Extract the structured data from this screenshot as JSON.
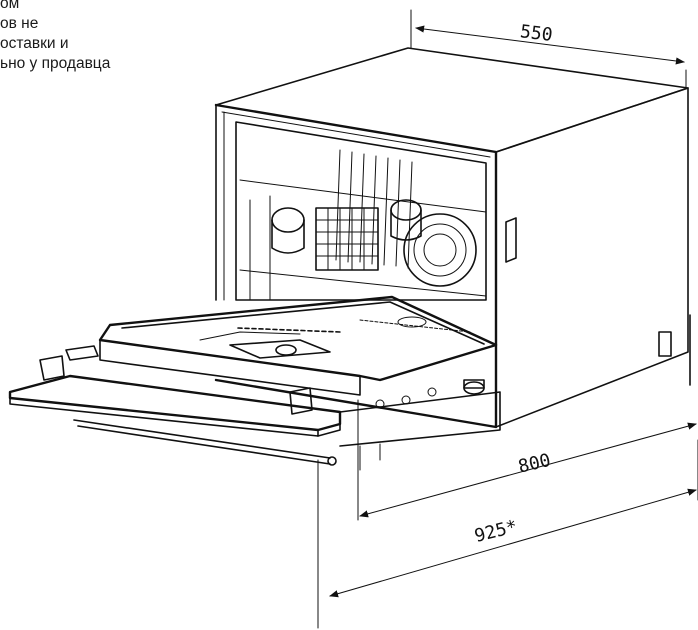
{
  "note": {
    "lines": [
      "ом",
      "ов не",
      "оставки и",
      "ьно у продавца"
    ]
  },
  "dimensions": {
    "width": "550",
    "depth": "800",
    "door_open_depth": "925*"
  }
}
